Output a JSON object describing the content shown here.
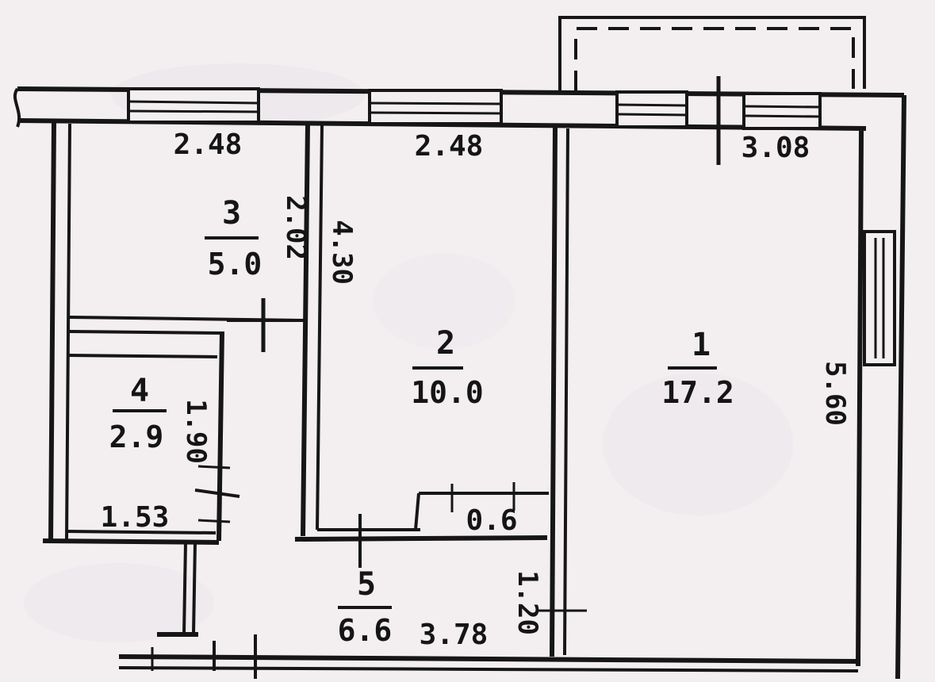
{
  "rooms": [
    {
      "number": "1",
      "area": "17.2"
    },
    {
      "number": "2",
      "area": "10.0"
    },
    {
      "number": "3",
      "area": "5.0"
    },
    {
      "number": "4",
      "area": "2.9"
    },
    {
      "number": "5",
      "area": "6.6"
    }
  ],
  "dimensions": {
    "room3_width": "2.48",
    "room2_width": "2.48",
    "room1_width": "3.08",
    "room3_depth": "2.02",
    "room2_depth": "4.30",
    "room1_depth": "5.60",
    "room4_depth": "1.90",
    "room4_width": "1.53",
    "niche_width": "0.6",
    "hall_width": "3.78",
    "hall_depth": "1.20"
  },
  "colors": {
    "paper": "#f3eff1",
    "ink": "#161616"
  }
}
